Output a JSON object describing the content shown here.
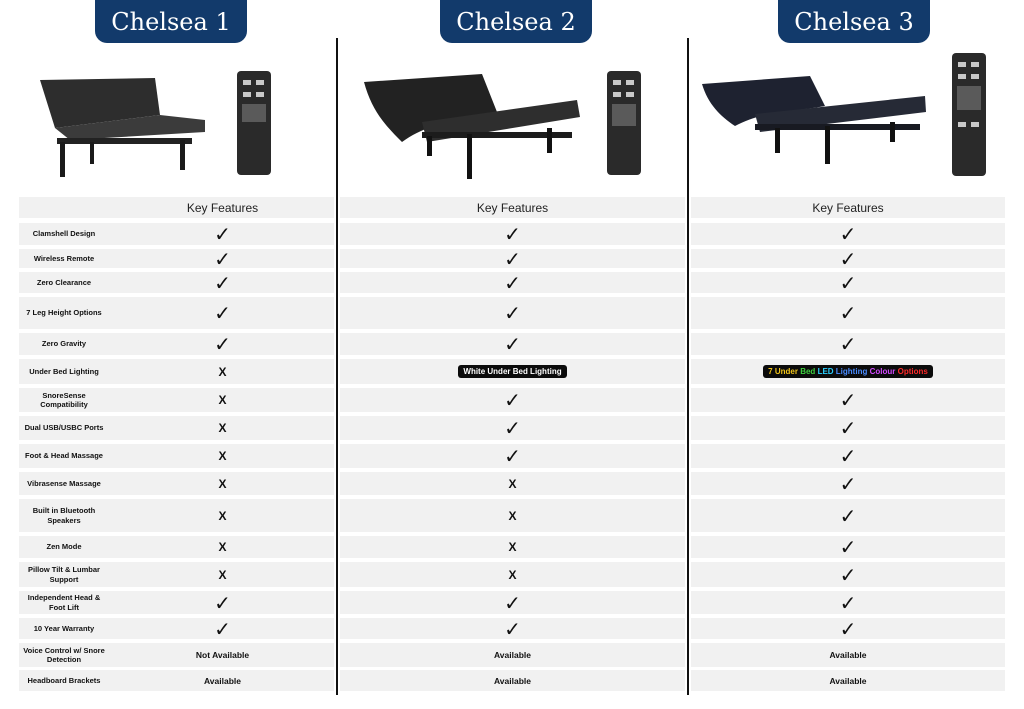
{
  "tabs": [
    "Chelsea 1",
    "Chelsea 2",
    "Chelsea 3"
  ],
  "header_label": "Key Features",
  "rows": [
    {
      "label": "Clamshell Design",
      "values": [
        "check",
        "check",
        "check"
      ]
    },
    {
      "label": "Wireless Remote",
      "values": [
        "check",
        "check",
        "check"
      ]
    },
    {
      "label": "Zero Clearance",
      "values": [
        "check",
        "check",
        "check"
      ]
    },
    {
      "label": "7 Leg Height Options",
      "values": [
        "check",
        "check",
        "check"
      ]
    },
    {
      "label": "Zero Gravity",
      "values": [
        "check",
        "check",
        "check"
      ]
    },
    {
      "label": "Under Bed Lighting",
      "values": [
        "X",
        "White Under Bed Lighting",
        "7 Under Bed LED Lighting Colour Options"
      ]
    },
    {
      "label": "SnoreSense Compatibility",
      "values": [
        "X",
        "check",
        "check"
      ]
    },
    {
      "label": "Dual USB/USBC Ports",
      "values": [
        "X",
        "check",
        "check"
      ]
    },
    {
      "label": "Foot & Head Massage",
      "values": [
        "X",
        "check",
        "check"
      ]
    },
    {
      "label": "Vibrasense Massage",
      "values": [
        "X",
        "X",
        "check"
      ]
    },
    {
      "label": "Built in Bluetooth Speakers",
      "values": [
        "X",
        "X",
        "check"
      ]
    },
    {
      "label": "Zen Mode",
      "values": [
        "X",
        "X",
        "check"
      ]
    },
    {
      "label": "Pillow Tilt & Lumbar Support",
      "values": [
        "X",
        "X",
        "check"
      ]
    },
    {
      "label": "Independent Head & Foot Lift",
      "values": [
        "check",
        "check",
        "check"
      ]
    },
    {
      "label": "10 Year Warranty",
      "values": [
        "check",
        "check",
        "check"
      ]
    },
    {
      "label": "Voice Control w/ Snore Detection",
      "values": [
        "Not Available",
        "Available",
        "Available"
      ]
    },
    {
      "label": "Headboard Brackets",
      "values": [
        "Available",
        "Available",
        "Available"
      ]
    }
  ],
  "rainbow_words": [
    {
      "text": "7 Under",
      "color": "#f0c419"
    },
    {
      "text": "Bed",
      "color": "#3ecf3e"
    },
    {
      "text": "LED",
      "color": "#2bd0ff"
    },
    {
      "text": "Lighting",
      "color": "#4a8cff"
    },
    {
      "text": "Colour",
      "color": "#d24bff"
    },
    {
      "text": "Options",
      "color": "#ff2a2a"
    }
  ],
  "colors": {
    "tab_bg": "#123a6b",
    "row_bg": "#f1f1f1",
    "pill_bg": "#0b0b0b"
  }
}
